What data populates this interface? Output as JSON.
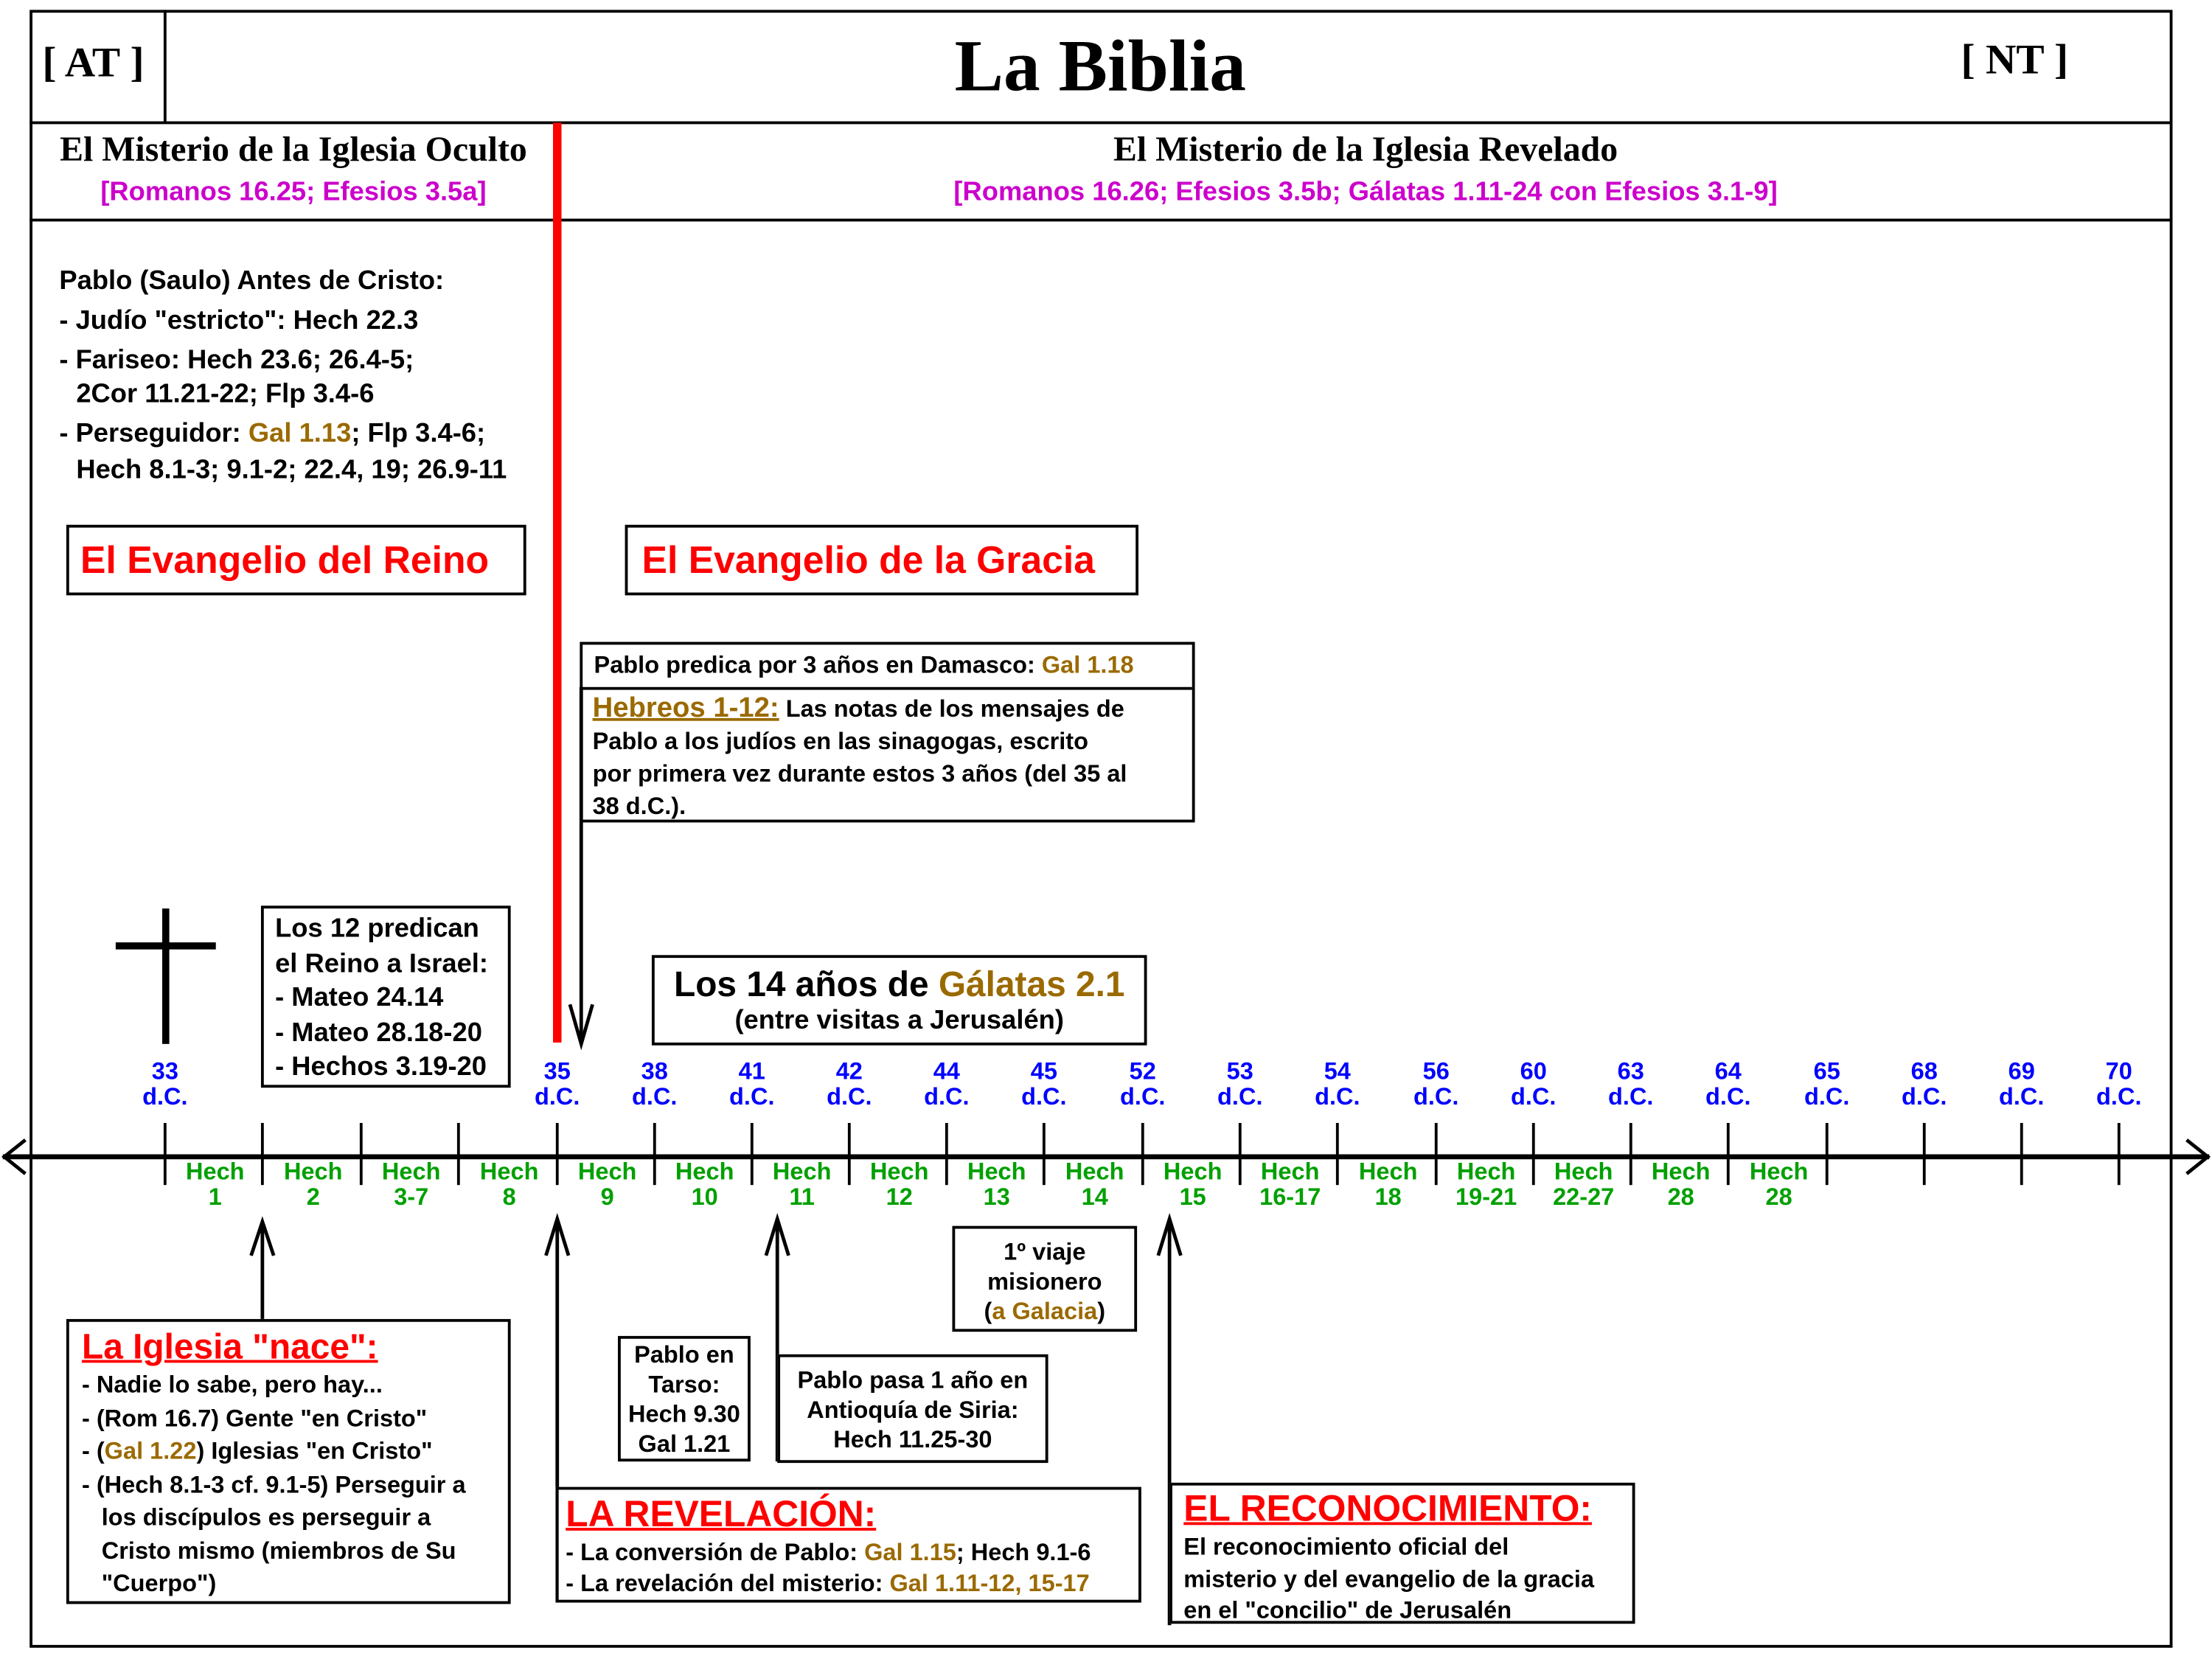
{
  "header": {
    "left": "[ AT ]",
    "title": "La Biblia",
    "right": "[ NT ]"
  },
  "columns": {
    "hidden": {
      "title": "El Misterio de la Iglesia Oculto",
      "refs": "[Romanos 16.25; Efesios 3.5a]"
    },
    "revealed": {
      "title": "El Misterio de la Iglesia Revelado",
      "refs": "[Romanos 16.26; Efesios 3.5b; Gálatas 1.11-24 con Efesios 3.1-9]"
    }
  },
  "pablo": {
    "heading": "Pablo (Saulo) Antes de Cristo:",
    "l1": "- Judío \"estricto\": Hech 22.3",
    "l2": "- Fariseo: Hech 23.6; 26.4-5;",
    "l3": "2Cor 11.21-22; Flp 3.4-6",
    "l4a": "- Perseguidor: ",
    "l4b": "Gal 1.13",
    "l4c": "; Flp 3.4-6;",
    "l5": "Hech 8.1-3; 9.1-2; 22.4, 19; 26.9-11"
  },
  "gospels": {
    "kingdom": "El Evangelio del Reino",
    "grace": "El Evangelio de la Gracia"
  },
  "damasco": {
    "title_a": "Pablo predica por 3 años en Damasco: ",
    "title_b": "Gal 1.18",
    "hebreos": "Hebreos 1-12:",
    "body1": " Las notas de los mensajes de",
    "body2": "Pablo a los judíos en las sinagogas, escrito",
    "body3": "por primera vez durante estos 3 años (del 35 al",
    "body4": "38 d.C.)."
  },
  "doce": {
    "l1": "Los 12 predican",
    "l2": "el Reino a Israel:",
    "l3": "- Mateo 24.14",
    "l4": "- Mateo 28.18-20",
    "l5": "- Hechos 3.19-20"
  },
  "catorce": {
    "a": "Los 14 años de ",
    "b": "Gálatas 2.1",
    "sub": "(entre visitas a Jerusalén)"
  },
  "years": [
    "33",
    "35",
    "38",
    "41",
    "42",
    "44",
    "45",
    "52",
    "53",
    "54",
    "56",
    "60",
    "63",
    "64",
    "65",
    "68",
    "69",
    "70"
  ],
  "year_suffix": "d.C.",
  "hech_label": "Hech",
  "hech": [
    "1",
    "2",
    "3-7",
    "8",
    "9",
    "10",
    "11",
    "12",
    "13",
    "14",
    "15",
    "16-17",
    "18",
    "19-21",
    "22-27",
    "28",
    "28"
  ],
  "nace": {
    "title": "La Iglesia \"nace\":",
    "l1": "- Nadie lo sabe, pero hay...",
    "l2": "- (Rom 16.7) Gente \"en Cristo\"",
    "l3a": "- (",
    "l3b": "Gal 1.22",
    "l3c": ") Iglesias \"en Cristo\"",
    "l4": "- (Hech 8.1-3 cf. 9.1-5) Perseguir a",
    "l5": "los discípulos es perseguir a",
    "l6": "Cristo mismo (miembros de Su",
    "l7": "\"Cuerpo\")"
  },
  "tarso": {
    "l1": "Pablo en",
    "l2": "Tarso:",
    "l3": "Hech 9.30",
    "l4": "Gal 1.21"
  },
  "antioquia": {
    "l1": "Pablo pasa 1 año en",
    "l2": "Antioquía de Siria:",
    "l3": "Hech 11.25-30"
  },
  "viaje": {
    "l1": "1º viaje",
    "l2": "misionero",
    "l3a": "(",
    "l3b": "a Galacia",
    "l3c": ")"
  },
  "revelacion": {
    "title": "LA REVELACIÓN:",
    "l1a": "- La conversión de Pablo: ",
    "l1b": "Gal 1.15",
    "l1c": "; Hech 9.1-6",
    "l2a": "- La revelación del misterio: ",
    "l2b": "Gal 1.11-12, 15-17"
  },
  "reconocimiento": {
    "title": "EL RECONOCIMIENTO:",
    "l1": "El reconocimiento oficial del",
    "l2": "misterio y del evangelio de la gracia",
    "l3": "en el \"concilio\" de Jerusalén"
  },
  "colors": {
    "red": "#ff0000",
    "blue": "#0000ff",
    "green": "#00a000",
    "magenta": "#cc00cc",
    "gold": "#9a6a00"
  }
}
